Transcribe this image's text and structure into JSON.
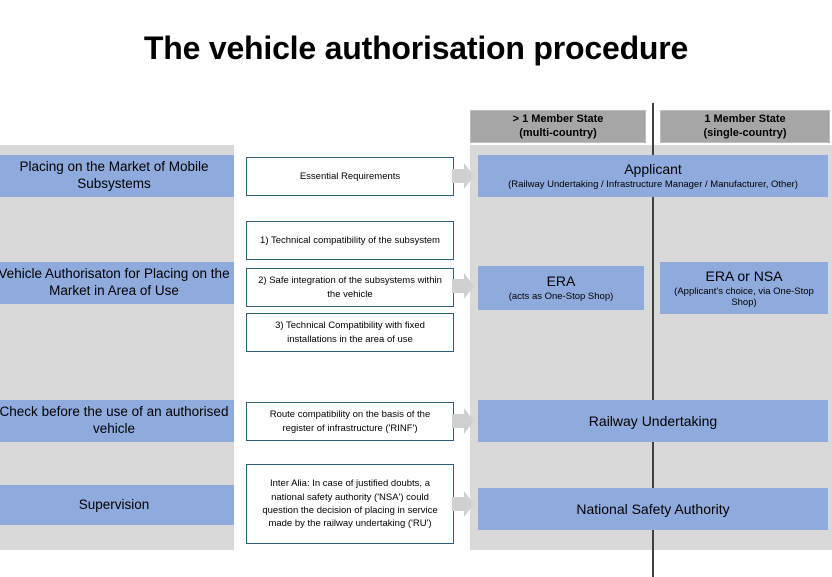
{
  "title": "The vehicle authorisation procedure",
  "colors": {
    "accent_blue": "#8faadc",
    "panel_gray": "#d9d9d9",
    "header_gray": "#a6a6a6",
    "box_border": "#2e5f7d",
    "arrow_gray": "#d0d0d0",
    "divider": "#404040"
  },
  "column_headers": [
    {
      "line1": "> 1 Member State",
      "line2": "(multi-country)"
    },
    {
      "line1": "1 Member State",
      "line2": "(single-country)"
    }
  ],
  "stages": [
    {
      "label": "Placing on the Market of Mobile Subsystems"
    },
    {
      "label": "Vehicle Authorisaton for Placing on the Market in Area of Use"
    },
    {
      "label": "Check before the use of an authorised vehicle"
    },
    {
      "label": "Supervision"
    }
  ],
  "requirements": [
    {
      "text": "Essential Requirements"
    },
    {
      "text": "1) Technical compatibility  of the subsystem"
    },
    {
      "text": "2) Safe integration of the subsystems within the vehicle"
    },
    {
      "text": "3) Technical Compatibility  with fixed installations in the area of use"
    },
    {
      "text": "Route  compatibility on the basis of the register of infrastructure ('RINF')"
    },
    {
      "text": "Inter Alia: In  case of justified doubts, a national safety authority ('NSA') could question the decision of placing in service made by the railway undertaking ('RU')"
    }
  ],
  "actors": {
    "applicant": {
      "main": "Applicant",
      "sub": "(Railway Undertaking / Infrastructure Manager / Manufacturer, Other)"
    },
    "era": {
      "main": "ERA",
      "sub": "(acts as One-Stop Shop)"
    },
    "era_or_nsa": {
      "main": "ERA  or NSA",
      "sub": "(Applicant's choice, via One-Stop Shop)"
    },
    "railway_undertaking": {
      "main": "Railway Undertaking"
    },
    "national_safety_authority": {
      "main": "National Safety Authority"
    }
  },
  "icons": {
    "flow_arrow": "arrow-right-icon"
  }
}
